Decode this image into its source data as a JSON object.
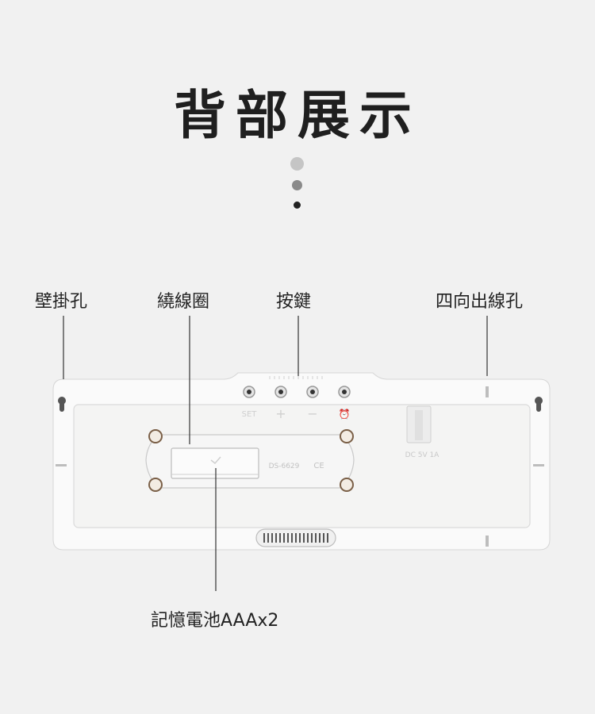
{
  "title": "背部展示",
  "labels": {
    "wall_hole": "壁掛孔",
    "cable_coil": "繞線圈",
    "buttons": "按鍵",
    "cable_outlet": "四向出線孔",
    "battery": "記憶電池AAAx2"
  },
  "device": {
    "button_markings": [
      "SET",
      "+",
      "−",
      "⏰"
    ],
    "battery_model": "DS-6629",
    "battery_mark": "CE",
    "power_rating": "DC 5V 1A"
  }
}
